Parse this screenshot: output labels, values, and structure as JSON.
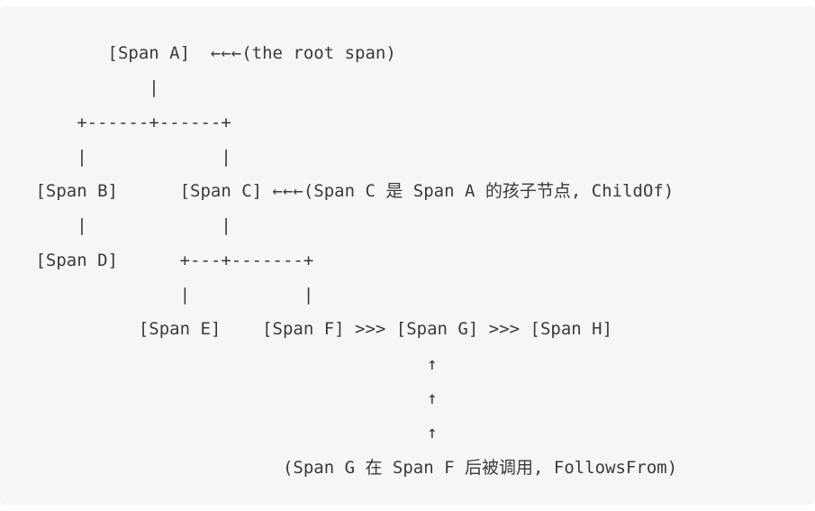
{
  "colors": {
    "page_background": "#ffffff",
    "code_block_background": "#f6f6f6",
    "text": "#3a3a3a"
  },
  "diagram": {
    "nodes": [
      "Span A",
      "Span B",
      "Span C",
      "Span D",
      "Span E",
      "Span F",
      "Span G",
      "Span H"
    ],
    "annotations": {
      "root": "(the root span)",
      "child_of": "(Span C 是 Span A 的孩子节点, ChildOf)",
      "follows_from": "(Span G 在 Span F 后被调用, FollowsFrom)"
    },
    "lines": [
      "        [Span A]  ←←←(the root span)",
      "            |",
      "     +------+------+",
      "     |             |",
      " [Span B]      [Span C] ←←←(Span C 是 Span A 的孩子节点, ChildOf)",
      "     |             |",
      " [Span D]      +---+-------+",
      "               |           |",
      "           [Span E]    [Span F] >>> [Span G] >>> [Span H]",
      "                                       ↑",
      "                                       ↑",
      "                                       ↑",
      "                         (Span G 在 Span F 后被调用, FollowsFrom)"
    ]
  }
}
